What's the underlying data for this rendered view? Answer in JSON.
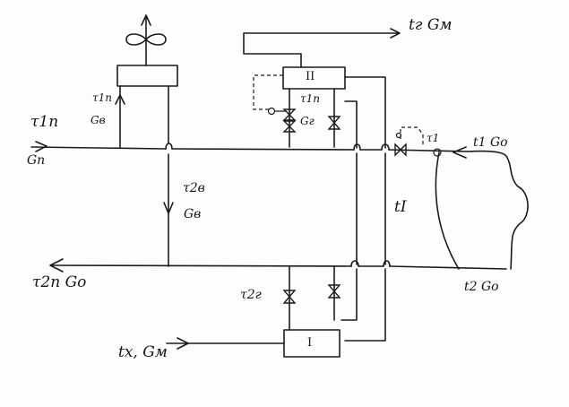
{
  "units": {
    "unit_top": "II",
    "unit_bottom": "I"
  },
  "labels": {
    "tg_gm": "tг Gм",
    "tau1p_gv": "τ1п",
    "gv_top": "Gв",
    "tau1p_gg": "τ1п",
    "gg": "Gг",
    "tau1p_left": "τ1п",
    "gp_left": "Gп",
    "tau2v": "τ2в",
    "gv_mid": "Gв",
    "tau2p_go": "τ2п Gо",
    "tau2g": "τ2г",
    "tI": "tI",
    "tau1": "τ1",
    "t1_go": "t1 Gо",
    "t2_go": "t2 Gо",
    "tx_gm": "tх, Gм"
  },
  "icons": {
    "fan": "fan-icon",
    "valve": "valve-icon",
    "sensor": "sensor-icon"
  }
}
